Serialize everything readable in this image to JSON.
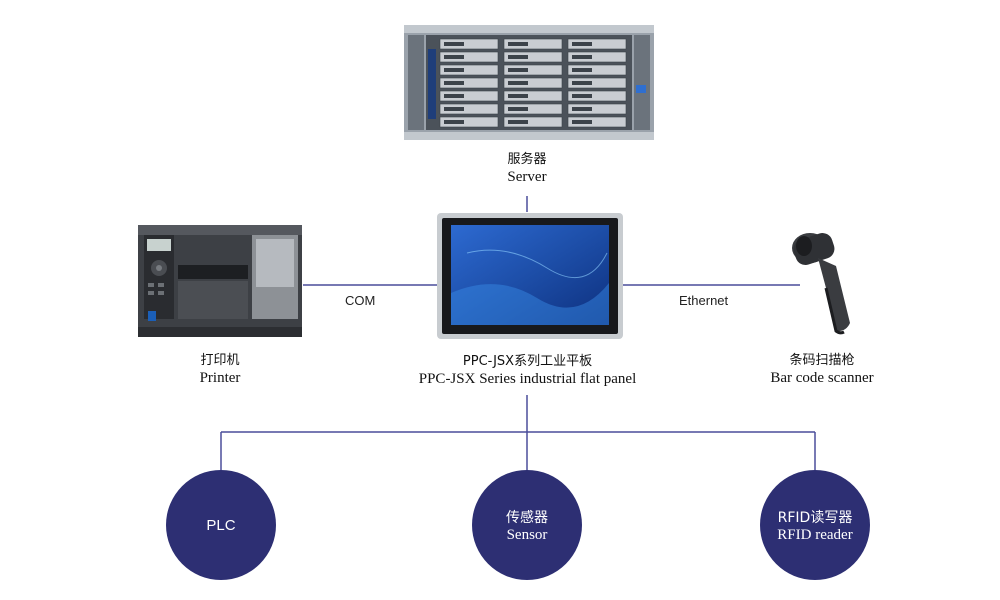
{
  "server": {
    "label_zh": "服务器",
    "label_en": "Server"
  },
  "panel": {
    "label_zh": "PPC-JSX系列工业平板",
    "label_en": "PPC-JSX Series industrial flat panel"
  },
  "printer": {
    "label_zh": "打印机",
    "label_en": "Printer"
  },
  "scanner": {
    "label_zh": "条码扫描枪",
    "label_en": "Bar code scanner"
  },
  "links": {
    "com": "COM",
    "ethernet": "Ethernet"
  },
  "nodes": {
    "plc": {
      "label": "PLC"
    },
    "sensor": {
      "label_zh": "传感器",
      "label_en": "Sensor"
    },
    "rfid": {
      "label_zh": "RFID读写器",
      "label_en": "RFID reader"
    }
  },
  "colors": {
    "line": "#4a4d9a",
    "node": "#2d2f73",
    "screen": "#1b4fae"
  },
  "icons": [
    "server-icon",
    "printer-icon",
    "barcode-scanner-icon",
    "flat-panel-icon"
  ]
}
